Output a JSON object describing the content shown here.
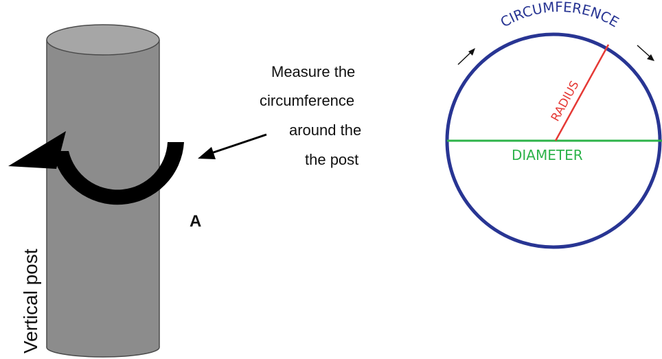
{
  "post": {
    "label": "Vertical post",
    "point_label": "A",
    "note_lines": [
      "Measure the",
      "circumference",
      "around the",
      "the post"
    ],
    "body_color": "#8c8c8c",
    "top_color": "#a6a6a6",
    "outline_color": "#4a4a4a"
  },
  "circle": {
    "circumference_label": "CIRCUMFERENCE",
    "radius_label": "RADIUS",
    "diameter_label": "DIAMETER",
    "circumference_color": "#283593",
    "radius_color": "#e53935",
    "diameter_color": "#2db34a"
  }
}
